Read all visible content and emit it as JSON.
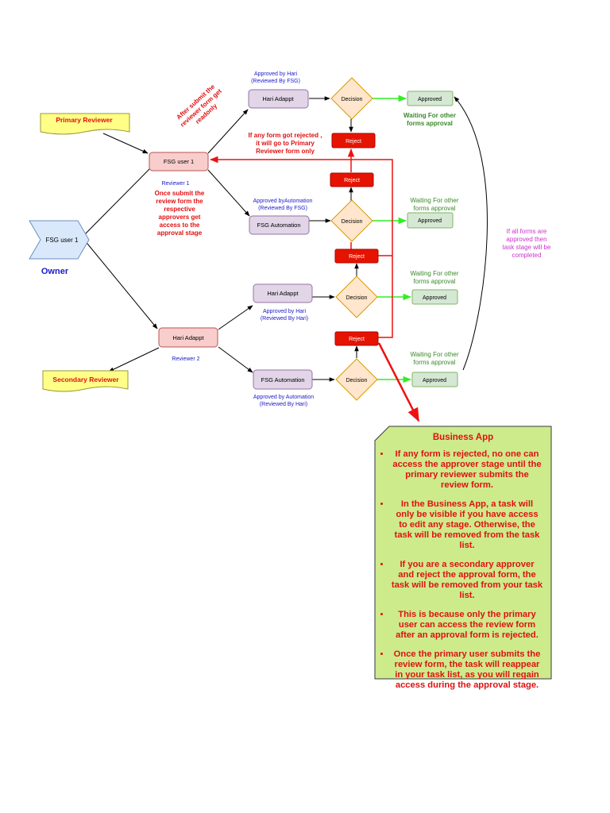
{
  "labels": {
    "owner_node": "FSG user 1",
    "owner": "Owner",
    "primary_reviewer": "Primary Reviewer",
    "secondary_reviewer": "Secondary Reviewer",
    "fsg_user1_reviewer": "FSG user 1",
    "reviewer1": "Reviewer 1",
    "hari_reviewer": "Hari Adappt",
    "reviewer2": "Reviewer 2",
    "approver_hari_top": "Hari Adappt",
    "approver_fsg_auto_top": "FSG Automation",
    "approver_hari_bottom": "Hari Adappt",
    "approver_fsg_auto_bottom": "FSG Automation",
    "decision": "Decision",
    "reject": "Reject",
    "approved": "Approved",
    "approved_by_hari_fsg_l1": "Approved by Hari",
    "approved_by_hari_fsg_l2": "(Reviewed By FSG)",
    "approved_by_auto_fsg_l1": "Approved byAutomation",
    "approved_by_auto_fsg_l2": "(Reviewed By FSG)",
    "approved_by_hari_hari_l1": "Approved by Hari",
    "approved_by_hari_hari_l2": "(Reviewed By Hari)",
    "approved_by_auto_hari_l1": "Approved by Automation",
    "approved_by_auto_hari_l2": "(Reviewed By Hari)",
    "waiting_l1": "Waiting For other",
    "waiting_l2": "forms approval",
    "after_submit_l1": "After submit the",
    "after_submit_l2": "reviewer form get",
    "after_submit_l3": "readonly",
    "once_submit_l1": "Once submit the",
    "once_submit_l2": "review form the",
    "once_submit_l3": "respective",
    "once_submit_l4": "approvers get",
    "once_submit_l5": "access to the",
    "once_submit_l6": "approval stage",
    "if_rejected_l1": "If any form got rejected ,",
    "if_rejected_l2": "it will go to Primary",
    "if_rejected_l3": "Reviewer form only",
    "all_approved_l1": "If all forms are",
    "all_approved_l2": "approved then",
    "all_approved_l3": "task stage will be",
    "all_approved_l4": "completed"
  },
  "business_app": {
    "title": "Business App",
    "points": [
      "If any form is rejected, no one can access the approver stage until the primary reviewer submits the review form.",
      "In the Business App, a task will only be visible if you have access to edit any stage. Otherwise, the task will be removed from the task list.",
      "If you are a secondary approver and reject the approval form, the task will be removed from your task list.",
      "This is because only the primary user can access the review form after an approval form is rejected.",
      "Once the primary user submits the review form, the task will reappear in your task list, as you will regain access during the approval stage."
    ]
  },
  "colors": {
    "reviewer_fill": "#f8cecc",
    "reviewer_stroke": "#b85450",
    "approver_fill": "#e1d5e7",
    "approver_stroke": "#9673a6",
    "decision_fill": "#ffe6cc",
    "decision_stroke": "#d79b00",
    "approved_fill": "#d5e8d4",
    "approved_stroke": "#82b366",
    "reject_fill": "#e51400",
    "note_fill": "#cdeb8b",
    "flag_fill": "#ffff88",
    "owner_fill": "#dae8fc",
    "red_text": "#e01010",
    "blue_text": "#1a1acc",
    "green_text": "#3a8a2a",
    "magenta_text": "#cc33cc"
  }
}
